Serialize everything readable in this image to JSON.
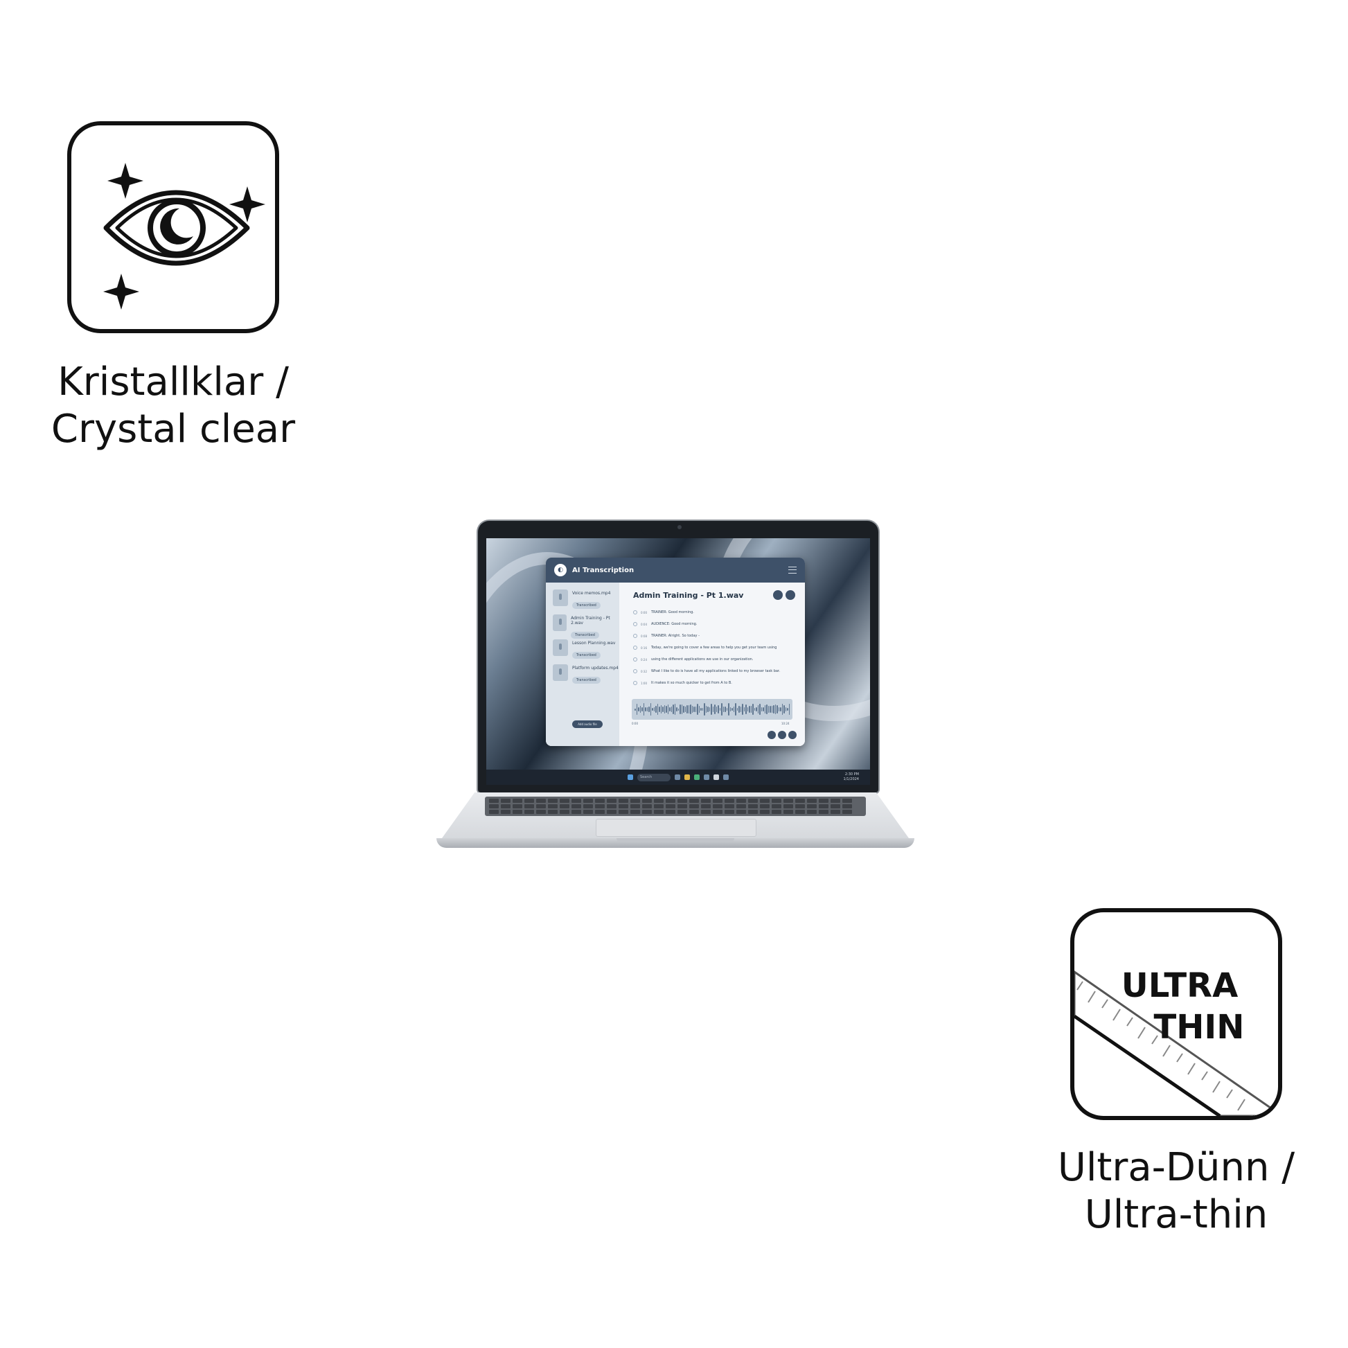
{
  "badges": {
    "crystal_clear": {
      "caption_line1": "Kristallklar /",
      "caption_line2": "Crystal clear",
      "icon": "sparkle-eye-icon"
    },
    "ultra_thin": {
      "badge_line1": "ULTRA",
      "badge_line2": "THIN",
      "caption_line1": "Ultra-Dünn /",
      "caption_line2": "Ultra-thin",
      "icon": "ruler-icon"
    }
  },
  "laptop_screen": {
    "app_title": "AI Transcription",
    "files": [
      {
        "name": "Voice memos.mp4",
        "status": "Transcribed"
      },
      {
        "name": "Admin Training - Pt 2.wav",
        "status": "Transcribed"
      },
      {
        "name": "Lesson Planning.wav",
        "status": "Transcribed"
      },
      {
        "name": "Platform updates.mp4",
        "status": "Transcribed"
      }
    ],
    "add_file_label": "Add audio file",
    "document_title": "Admin Training - Pt 1.wav",
    "transcript": [
      {
        "time": "0:00",
        "text": "TRAINER: Good morning."
      },
      {
        "time": "0:04",
        "text": "AUDIENCE: Good morning."
      },
      {
        "time": "0:08",
        "text": "TRAINER: Alright. So today -"
      },
      {
        "time": "0:16",
        "text": "Today, we're going to cover a few areas to help you get your team using"
      },
      {
        "time": "0:24",
        "text": "using the different applications we use in our organization."
      },
      {
        "time": "0:32",
        "text": "What I like to do is have all my applications linked to my browser task bar."
      },
      {
        "time": "1:00",
        "text": "It makes it so much quicker to get from A to B."
      }
    ],
    "wave_start": "0:00",
    "wave_end": "10:24",
    "taskbar_search": "Search",
    "taskbar_time": "2:30 PM",
    "taskbar_date": "1/1/2024",
    "accent_color": "#3e5169"
  }
}
